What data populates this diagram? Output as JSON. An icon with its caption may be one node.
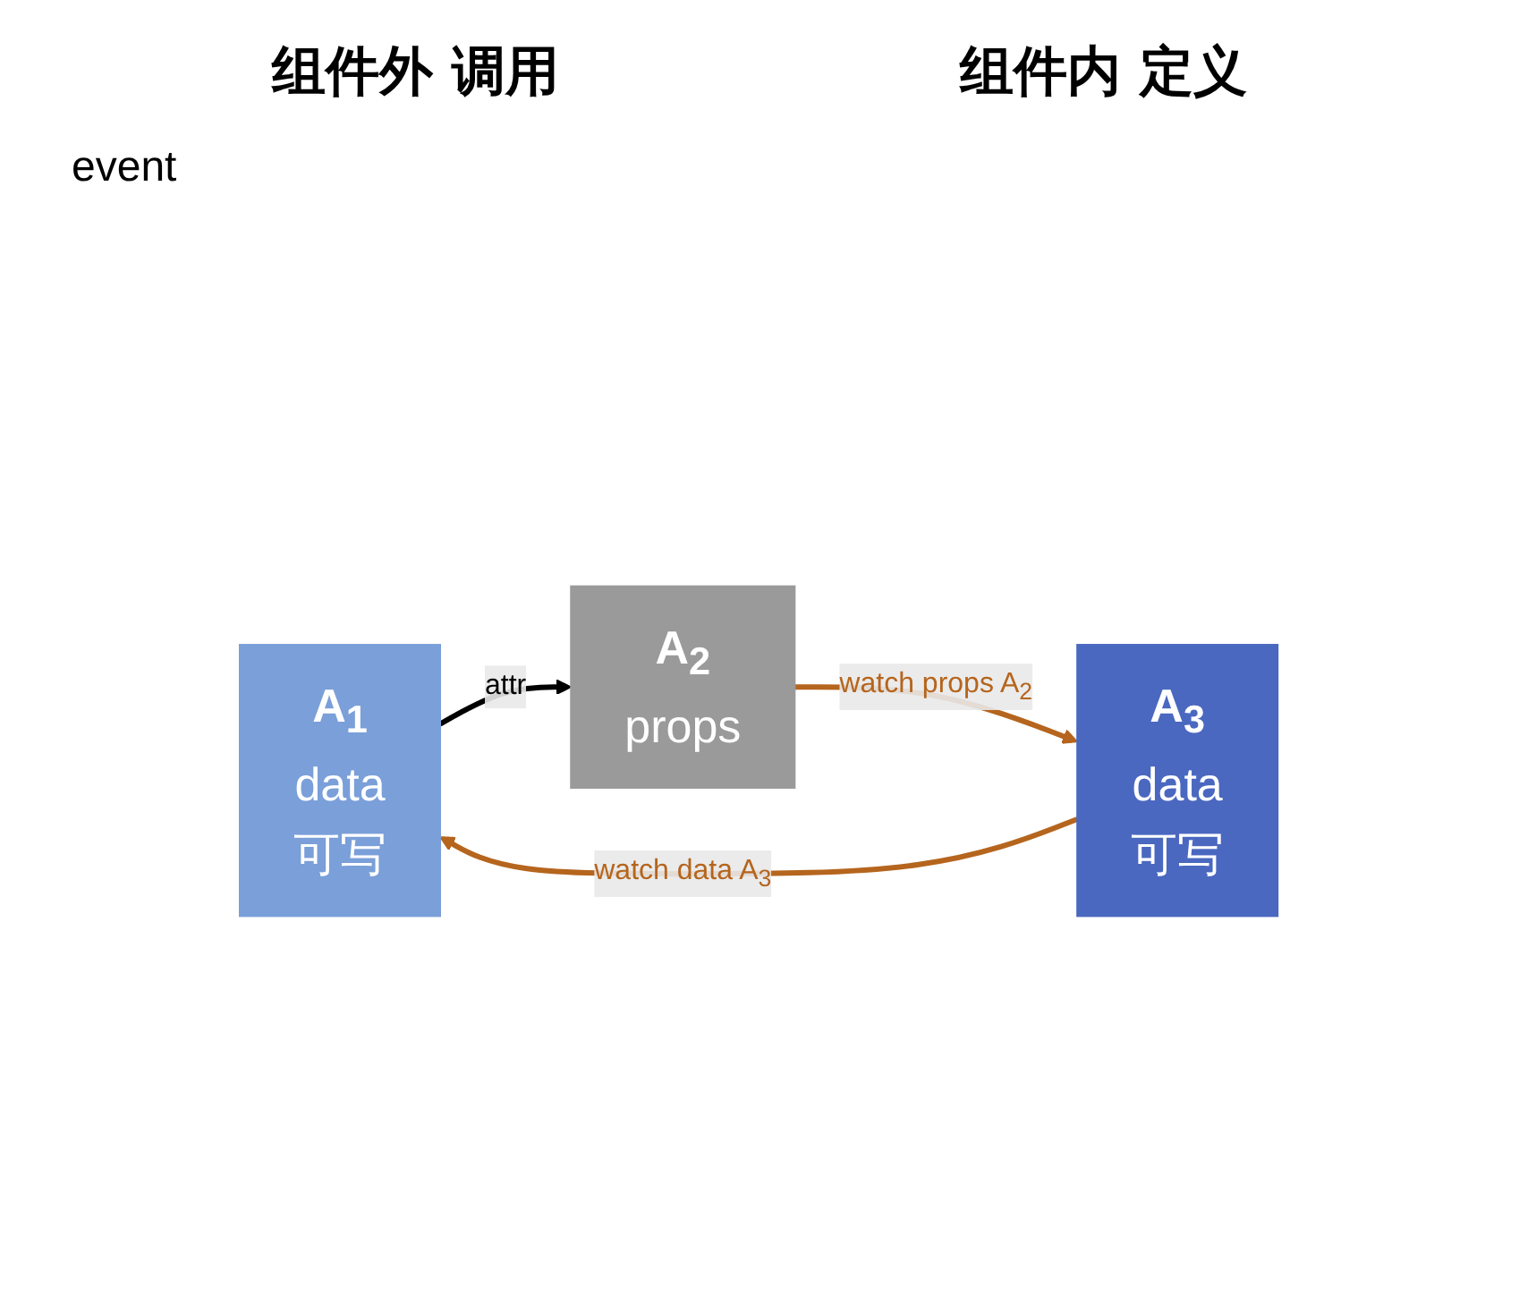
{
  "diagram": {
    "nodes": [
      {
        "text": [
          "A$_{1}$",
          "data",
          "可写"
        ]
      },
      {
        "text": [
          "A$_{2}$",
          "props"
        ]
      },
      {
        "text": [
          "A$_{3}$",
          "data",
          "可写"
        ]
      }
    ],
    "edges": [
      {
        "from": 0,
        "to": 1,
        "arrow": "to",
        "label": "attr",
        "color": "#000000"
      },
      {
        "from": 1,
        "to": 2,
        "arrow": "to",
        "label": "watch props A$_{2}$",
        "color": "#b5651d"
      },
      {
        "from": 2,
        "to": 0,
        "arrow": "to",
        "label": "watch data A$_{3}$",
        "color": "#b5651d"
      }
    ],
    "labels": [
      "组件外 调用",
      "组件内 定义",
      "event"
    ]
  }
}
